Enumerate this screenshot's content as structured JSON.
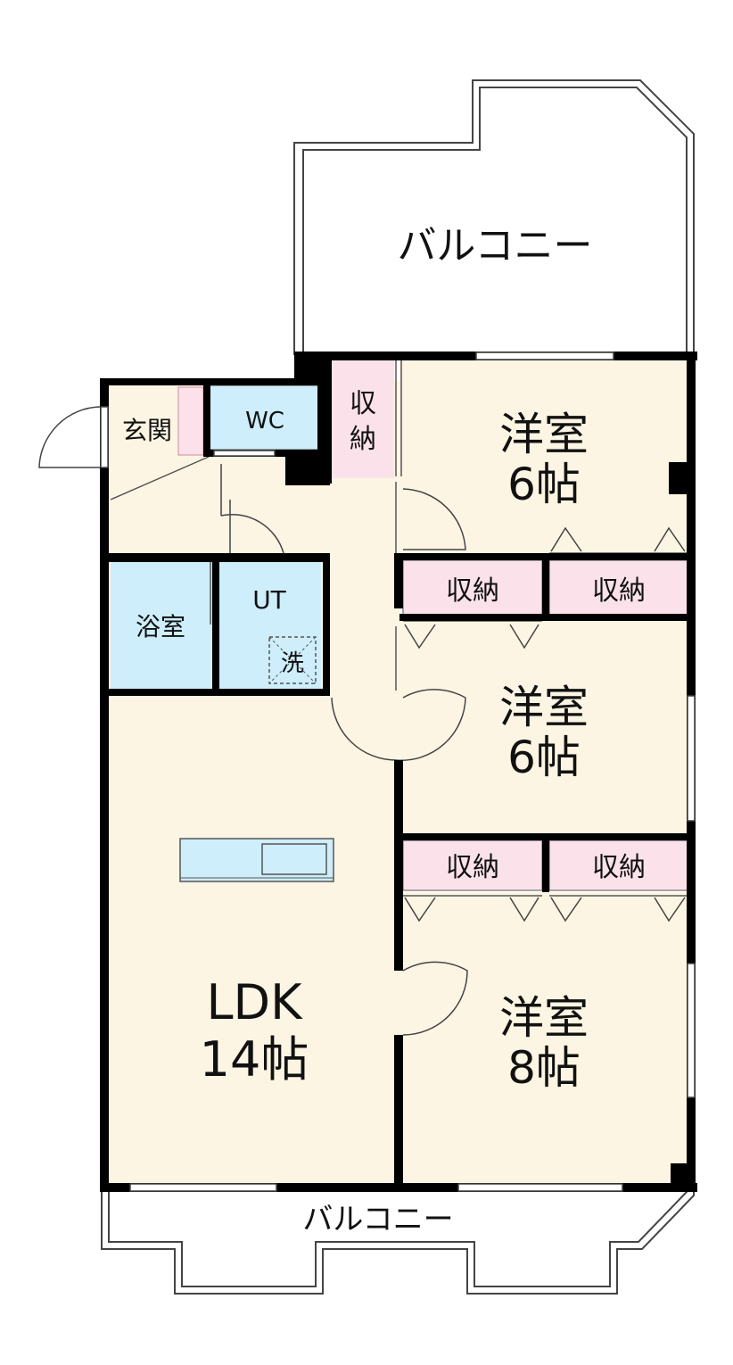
{
  "balcony_top": "バルコニー",
  "balcony_bottom": "バルコニー",
  "entrance": "玄関",
  "wc": "WC",
  "storage_small": [
    "収",
    "納"
  ],
  "bedroom1": {
    "name": "洋室",
    "size": "6帖"
  },
  "bedroom2": {
    "name": "洋室",
    "size": "6帖"
  },
  "bedroom3": {
    "name": "洋室",
    "size": "8帖"
  },
  "storage": "収納",
  "bath": "浴室",
  "utility": "UT",
  "washer": "洗",
  "ldk": {
    "name": "LDK",
    "size": "14帖"
  },
  "colors": {
    "floor": "#fdf5e3",
    "wet_area": "#cdeefa",
    "storage": "#fbe2ea",
    "wall": "#000000",
    "line": "#555555"
  }
}
